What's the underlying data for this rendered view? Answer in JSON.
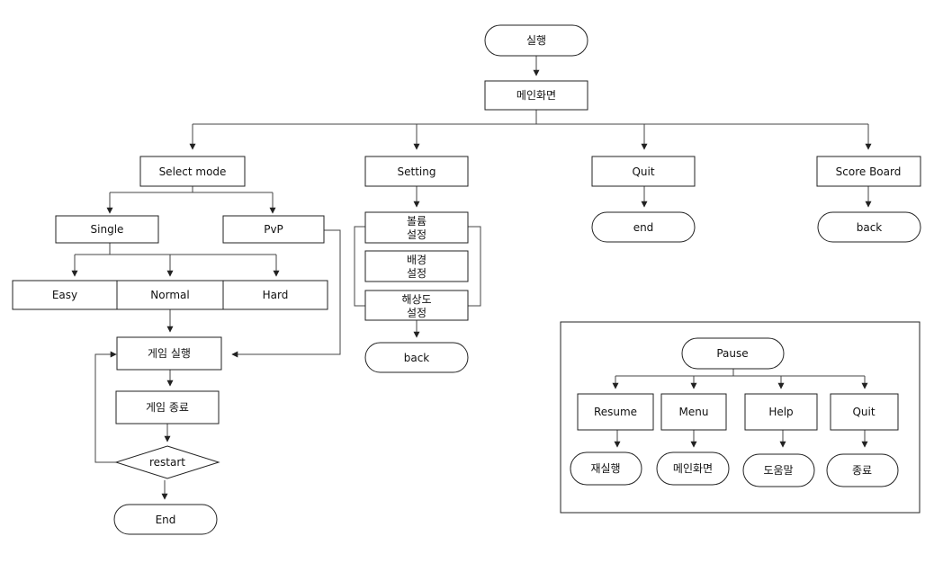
{
  "flow": {
    "start": "실행",
    "main_screen": "메인화면",
    "select_mode": "Select mode",
    "setting": "Setting",
    "quit": "Quit",
    "score_board": "Score Board",
    "single": "Single",
    "pvp": "PvP",
    "easy": "Easy",
    "normal": "Normal",
    "hard": "Hard",
    "game_run": "게임 실행",
    "game_end": "게임 종료",
    "restart": "restart",
    "end_label": "End",
    "volume_1": "볼륨",
    "volume_2": "설정",
    "background_1": "배경",
    "background_2": "설정",
    "resolution_1": "해상도",
    "resolution_2": "설정",
    "setting_back": "back",
    "quit_end": "end",
    "score_back": "back"
  },
  "pause": {
    "title": "Pause",
    "resume": "Resume",
    "menu": "Menu",
    "help": "Help",
    "quit": "Quit",
    "resume_target": "재실행",
    "menu_target": "메인화면",
    "help_target": "도움말",
    "quit_target": "종료"
  }
}
